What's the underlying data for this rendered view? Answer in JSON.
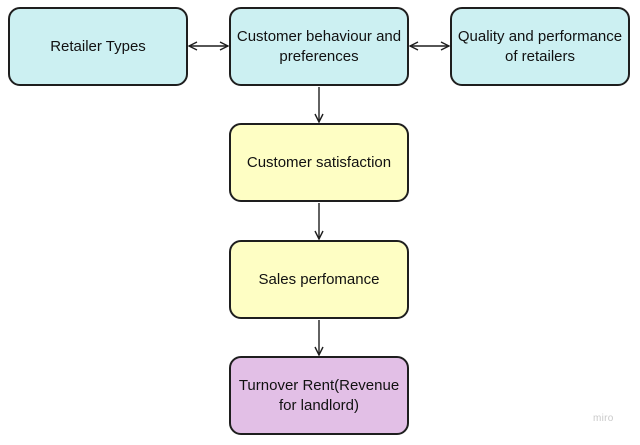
{
  "diagram": {
    "nodes": [
      {
        "id": "retailer_types",
        "label": "Retailer Types",
        "color": "#ccf0f2"
      },
      {
        "id": "customer_behaviour",
        "label": "Customer behaviour and preferences",
        "color": "#ccf0f2"
      },
      {
        "id": "quality_performance",
        "label": "Quality and performance of retailers",
        "color": "#ccf0f2"
      },
      {
        "id": "customer_satisfaction",
        "label": "Customer satisfaction",
        "color": "#fefec4"
      },
      {
        "id": "sales_performance",
        "label": "Sales perfomance",
        "color": "#fefec4"
      },
      {
        "id": "turnover_rent",
        "label": "Turnover Rent(Revenue for landlord)",
        "color": "#e2bfe6"
      }
    ],
    "edges": [
      {
        "from": "retailer_types",
        "to": "customer_behaviour",
        "direction": "both"
      },
      {
        "from": "customer_behaviour",
        "to": "quality_performance",
        "direction": "both"
      },
      {
        "from": "customer_behaviour",
        "to": "customer_satisfaction",
        "direction": "forward"
      },
      {
        "from": "customer_satisfaction",
        "to": "sales_performance",
        "direction": "forward"
      },
      {
        "from": "sales_performance",
        "to": "turnover_rent",
        "direction": "forward"
      }
    ]
  },
  "watermark": "miro"
}
